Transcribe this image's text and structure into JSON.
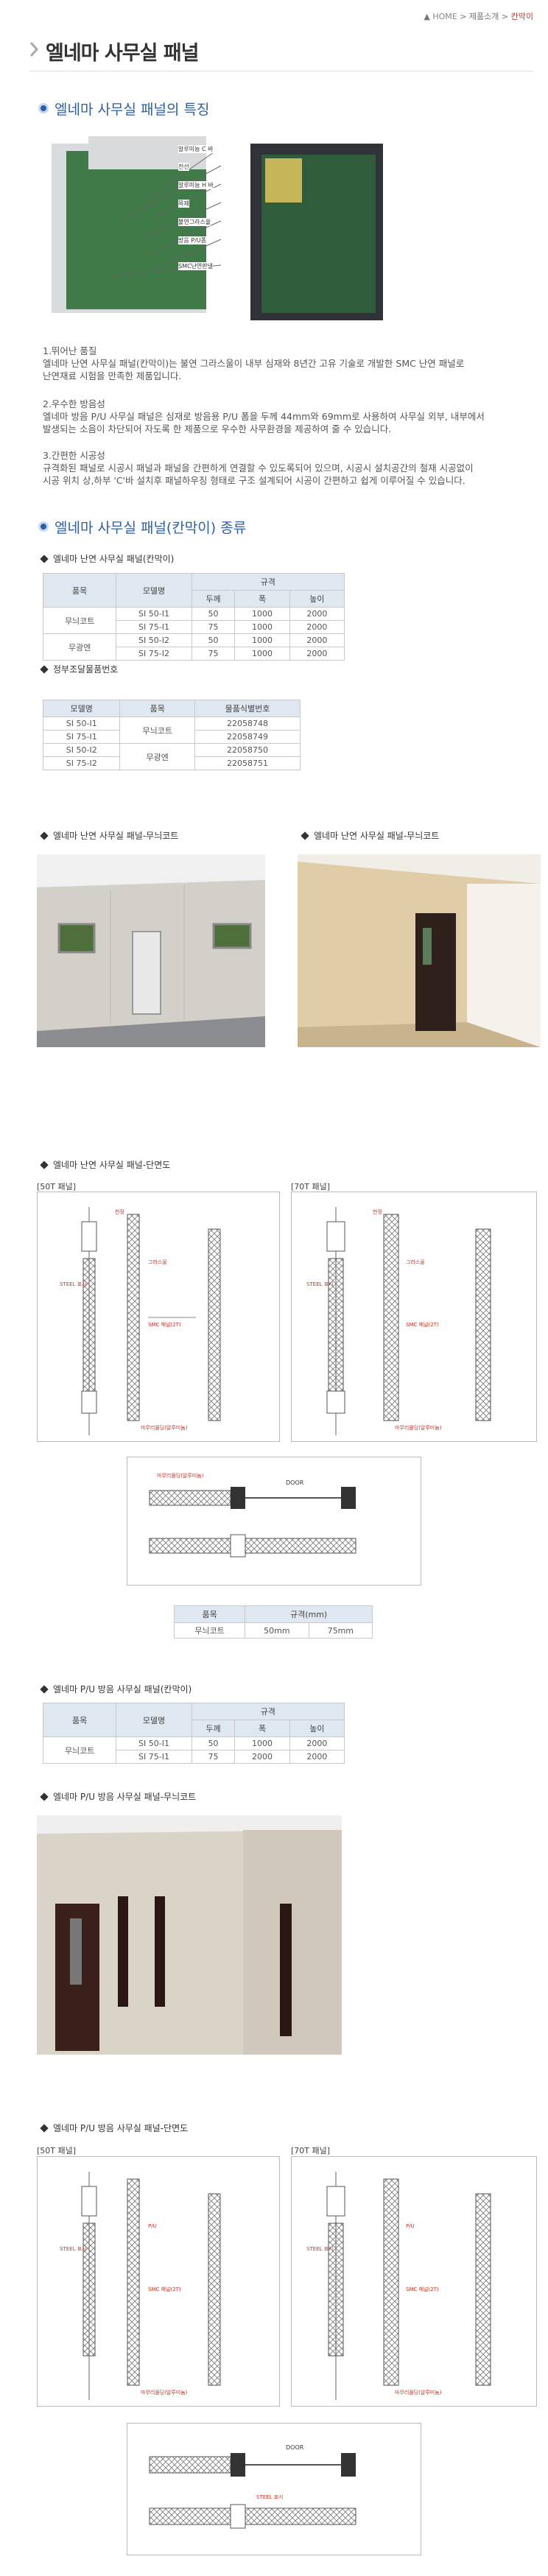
{
  "breadcrumb": {
    "home": "HOME",
    "sep1": ">",
    "section": "제품소개",
    "sep2": ">",
    "current": "칸막이"
  },
  "page_title": "엘네마 사무실 패널",
  "features": {
    "heading": "엘네마 사무실 패널의 특징",
    "diagram_labels": [
      "알루미늄 C 바",
      "전선",
      "알루미늄 H 바",
      "목재",
      "불연그라스울",
      "방음 P/U폼",
      "SMC난연판넬"
    ],
    "items": [
      {
        "title": "1.뛰어난 품질",
        "lines": [
          "엘네마 난연 사무실 패널(칸막이)는 불연 그라스울이 내부 심재와 8년간 고유 기술로 개발한 SMC 난연 패널로",
          "난연재료 시험을 만족한 제품입니다."
        ]
      },
      {
        "title": "2.우수한 방음성",
        "lines": [
          "엘네마 방음 P/U 사무실 패널은 심재로 방음용 P/U 폼을 두께 44mm와 69mm로 사용하여 사무실 외부, 내부에서",
          "발생되는 소음이 차단되어 자도록 한 제품으로 우수한 사무환경을 제공하여 줄 수 있습니다."
        ]
      },
      {
        "title": "3.간편한 시공성",
        "lines": [
          "규격화된 패널로 시공시 패널과 패널을 간편하게 연결할 수 있도록되어 있으며, 시공시 설치공간의 철재 시공없이",
          "시공 위치 상,하부 'C'바 설치후 패널하우징 형태로 구조 설계되어 시공이 간편하고 쉽게 이루어질 수 있습니다."
        ]
      }
    ]
  },
  "types": {
    "heading": "엘네마 사무실 패널(칸막이) 종류",
    "table1": {
      "heading": "엘네마 난연 사무실 패널(칸막이)",
      "h_item": "품목",
      "h_model": "모델명",
      "h_spec": "규격",
      "h_thick": "두께",
      "h_width": "폭",
      "h_height": "높이",
      "groups": [
        {
          "item": "무늬코트",
          "rows": [
            [
              "SI 50-I1",
              "50",
              "1000",
              "2000"
            ],
            [
              "SI 75-I1",
              "75",
              "1000",
              "2000"
            ]
          ]
        },
        {
          "item": "무광엔",
          "rows": [
            [
              "SI 50-I2",
              "50",
              "1000",
              "2000"
            ],
            [
              "SI 75-I2",
              "75",
              "1000",
              "2000"
            ]
          ]
        }
      ]
    },
    "table2": {
      "heading": "정부조달물품번호",
      "h_model": "모델명",
      "h_item": "품목",
      "h_number": "물품식별번호",
      "groups": [
        {
          "item": "무늬코트",
          "rows": [
            [
              "SI 50-I1",
              "22058748"
            ],
            [
              "SI 75-I1",
              "22058749"
            ]
          ]
        },
        {
          "item": "무광엔",
          "rows": [
            [
              "SI 50-I2",
              "22058750"
            ],
            [
              "SI 75-I2",
              "22058751"
            ]
          ]
        }
      ]
    },
    "photo_left_caption": "엘네마 난연 사무실 패널-무늬코트",
    "photo_right_caption": "엘네마 난연 사무실 패널-무늬코트",
    "section_heading": "엘네마 난연 사무실 패널-단면도",
    "panel_50": "[50T 패널]",
    "panel_70": "[70T 패널]",
    "table3": {
      "h_item": "품목",
      "h_spec": "규격(mm)",
      "item": "무늬코트",
      "v1": "50mm",
      "v2": "75mm"
    },
    "table4": {
      "heading": "엘네마 P/U 방음 사무실 패널(칸막이)",
      "h_item": "품목",
      "h_model": "모델명",
      "h_spec": "규격",
      "h_thick": "두께",
      "h_width": "폭",
      "h_height": "높이",
      "item": "무늬코트",
      "rows": [
        [
          "SI 50-I1",
          "50",
          "1000",
          "2000"
        ],
        [
          "SI 75-I1",
          "75",
          "2000",
          "2000"
        ]
      ]
    },
    "photo_pu_caption": "엘네마 P/U 방음 사무실 패널-무늬코트",
    "pu_section_heading": "엘네마 P/U 방음 사무실 패널-단면도"
  },
  "drawing_labels": {
    "steel": "STEEL 표시",
    "top": "천정",
    "glass": "그라스울",
    "smc": "SMC 패널(2T)",
    "finish": "마무리몰딩(알루미늄)",
    "door": "DOOR",
    "pu": "P/U"
  },
  "colors": {
    "accent_blue": "#2b5fa8",
    "header_bg": "#dfe7f1",
    "breadcrumb_current": "#c0392b"
  }
}
